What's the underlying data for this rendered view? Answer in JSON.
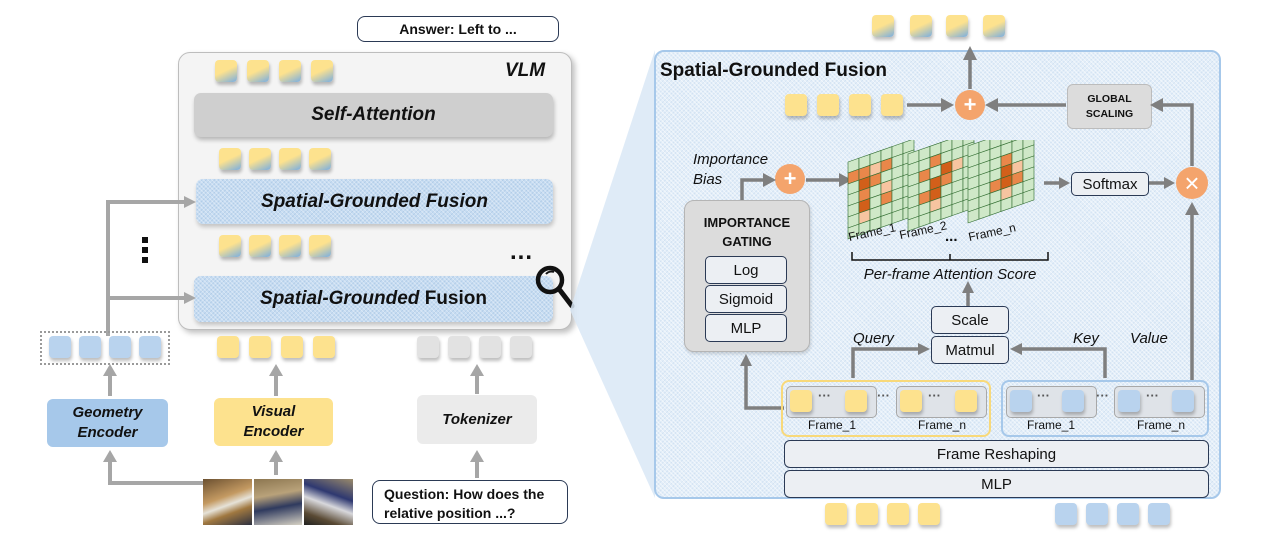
{
  "left": {
    "answer_box": "Answer: Left to ...",
    "vlm_label": "VLM",
    "self_attention": "Self-Attention",
    "fusion_block_1": "Spatial-Grounded Fusion",
    "fusion_block_2_italic": "Spatial-Grounded",
    "fusion_block_2_rest": " Fusion",
    "ellipsis_vertical": "⋮",
    "ellipsis_horizontal": "...",
    "geometry_encoder": [
      "Geometry",
      "Encoder"
    ],
    "visual_encoder": [
      "Visual",
      "Encoder"
    ],
    "tokenizer": "Tokenizer",
    "question_box": [
      "Question: How does the",
      "relative position ...?"
    ],
    "input_images": [
      "kitchen-counter-photo",
      "living-room-sofa-photo",
      "bedroom-photo"
    ]
  },
  "right": {
    "title": "Spatial-Grounded Fusion",
    "global_scaling": [
      "GLOBAL",
      "SCALING"
    ],
    "importance_bias": [
      "Importance",
      "Bias"
    ],
    "importance_gating": [
      "IMPORTANCE",
      "GATING"
    ],
    "gating_layers": [
      "Log",
      "Sigmoid",
      "MLP"
    ],
    "frame_labels_heatmap": [
      "Frame_1",
      "Frame_2",
      "Frame_n"
    ],
    "heatmap_ellipsis": "...",
    "per_frame_score": "Per-frame Attention Score",
    "softmax": "Softmax",
    "scale": "Scale",
    "matmul": "Matmul",
    "query": "Query",
    "key": "Key",
    "value": "Value",
    "query_frames": [
      "Frame_1",
      "Frame_n"
    ],
    "kv_frames": [
      "Frame_1",
      "Frame_n"
    ],
    "frame_reshaping": "Frame Reshaping",
    "mlp": "MLP",
    "plus_symbol": "+",
    "times_symbol": "×"
  },
  "colors": {
    "visual_token": "#fde28e",
    "geometry_token": "#b9d3ee",
    "text_token": "#e2e2e2",
    "operator": "#f4a46c",
    "arrow": "#8c8c8c",
    "heat_low": "#cfe8c8",
    "heat_mid": "#f7c4a0",
    "heat_high": "#e9874a",
    "heat_max": "#d25f1a"
  }
}
